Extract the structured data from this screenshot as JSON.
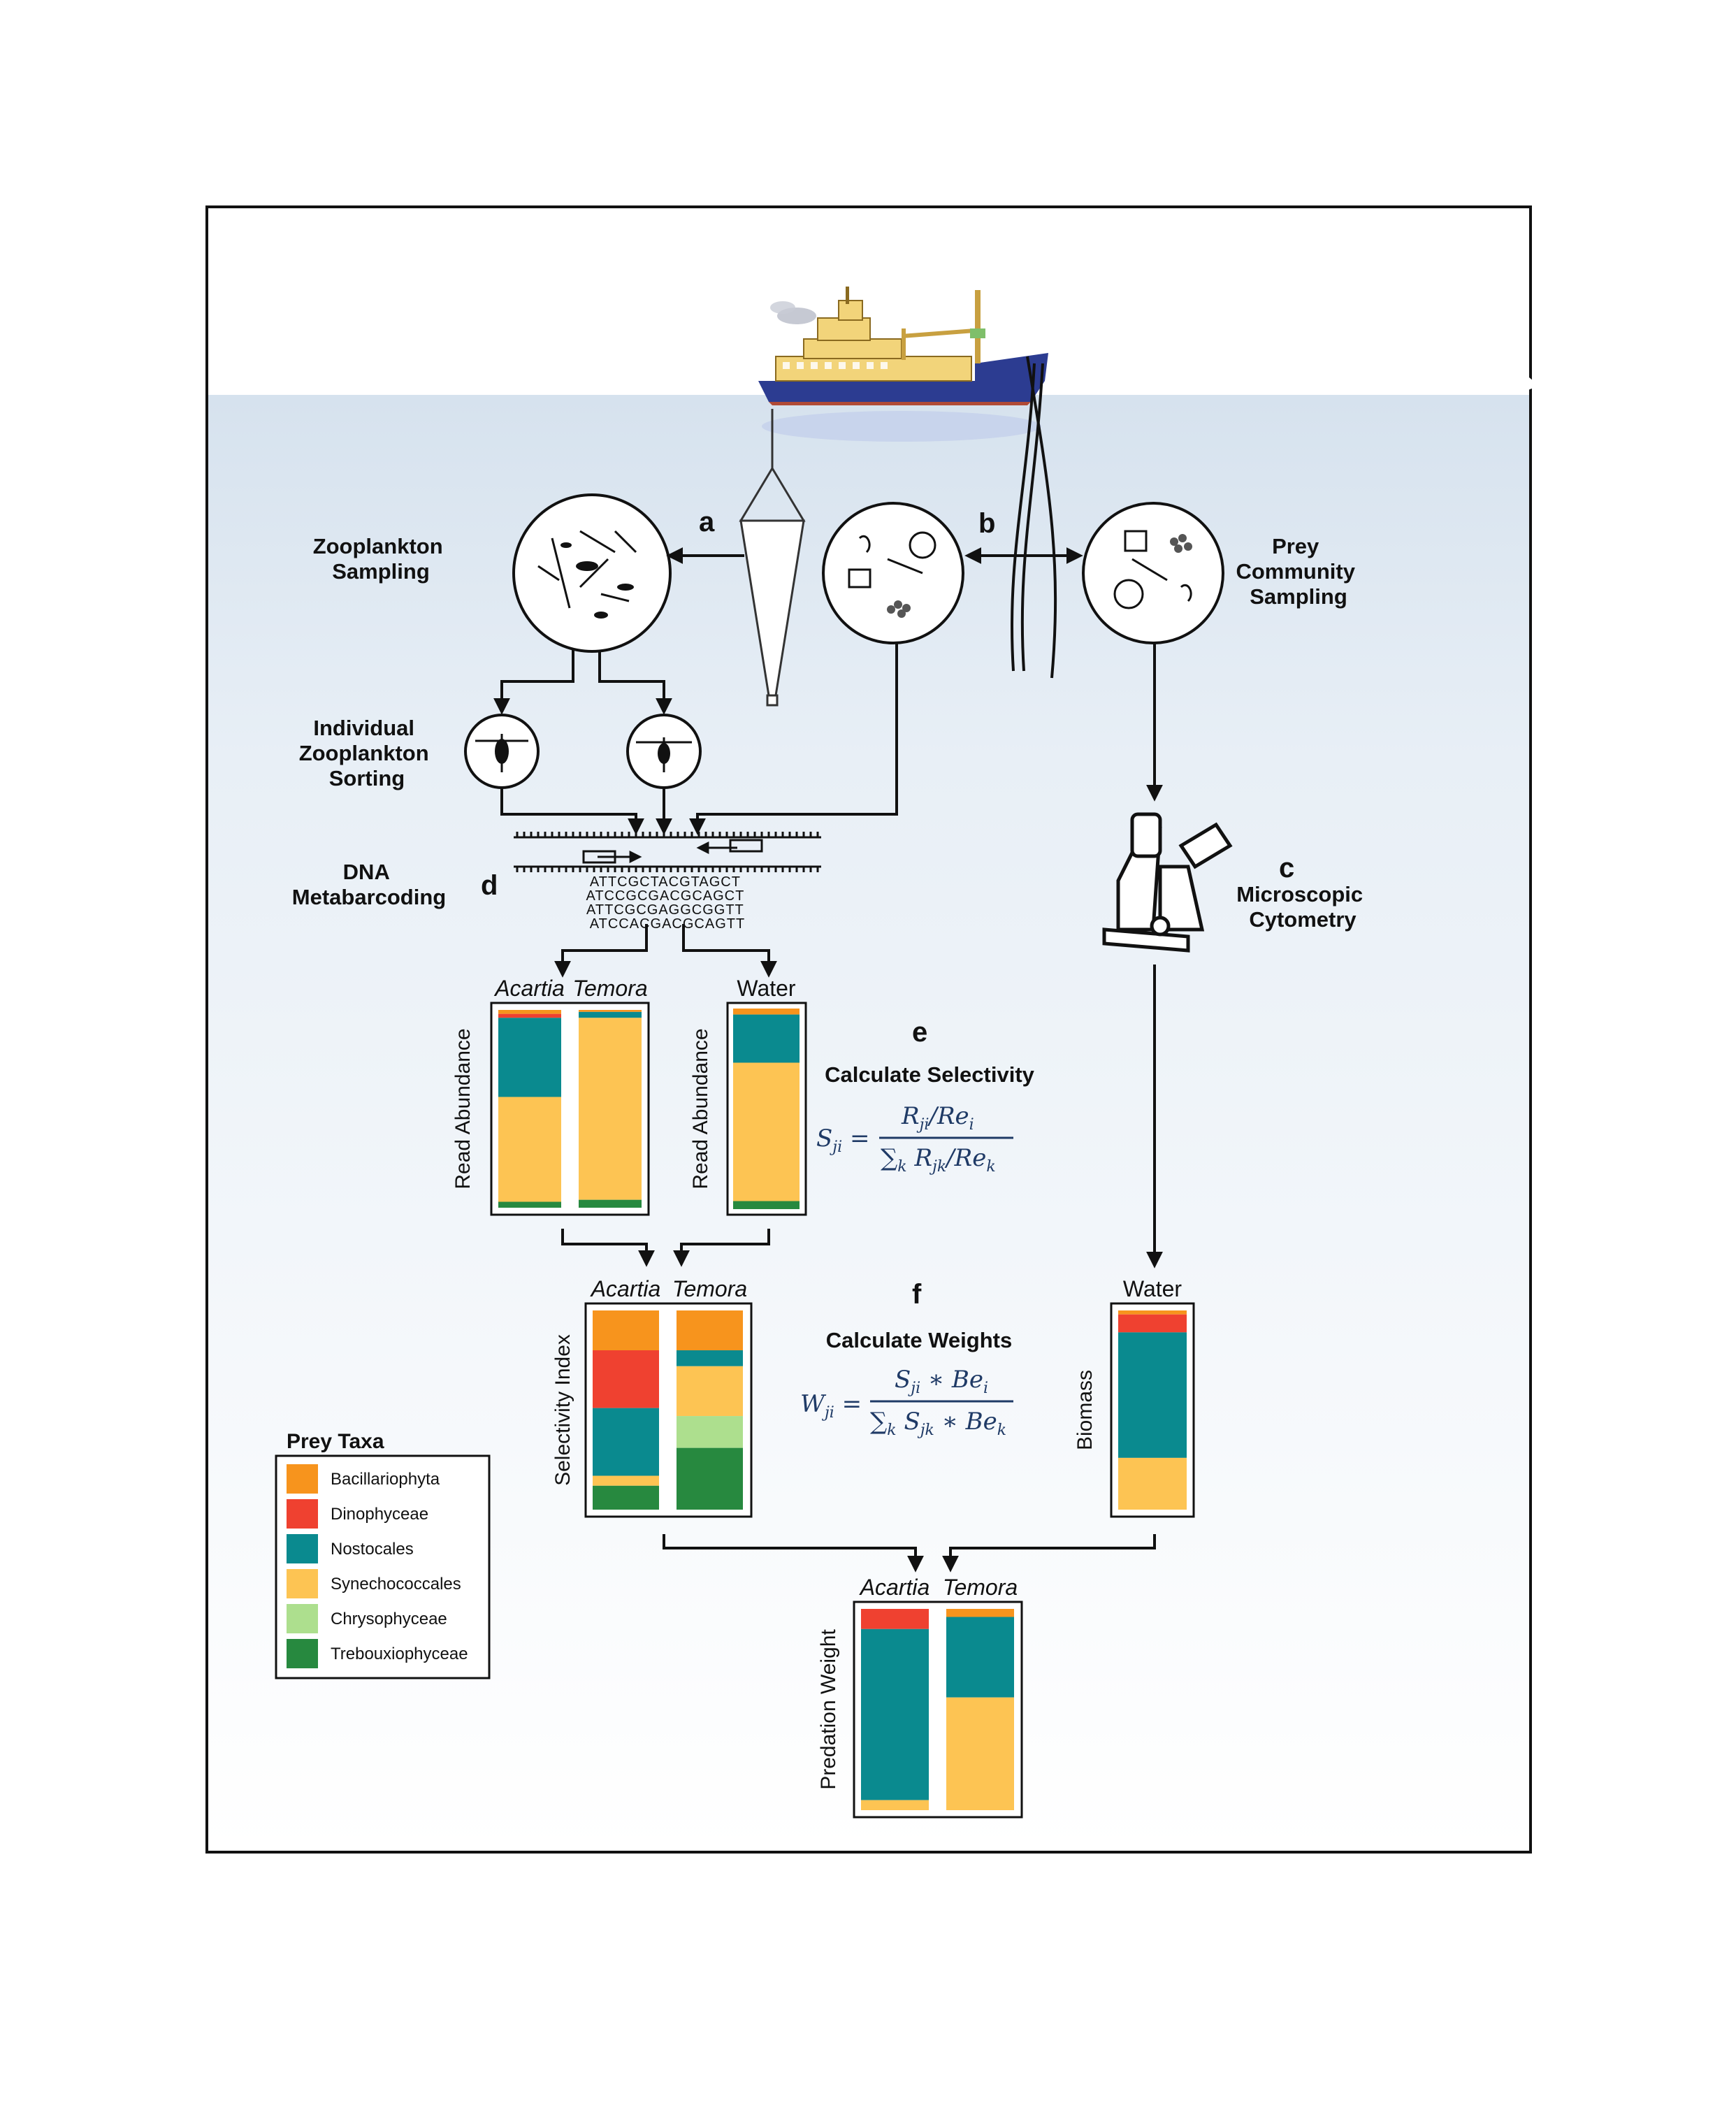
{
  "panel_letters": {
    "a": "a",
    "b": "b",
    "c": "c",
    "d": "d",
    "e": "e",
    "f": "f"
  },
  "labels": {
    "zooplankton_sampling": [
      "Zooplankton",
      "Sampling"
    ],
    "prey_community_sampling": [
      "Prey",
      "Community",
      "Sampling"
    ],
    "individual_sorting": [
      "Individual",
      "Zooplankton",
      "Sorting"
    ],
    "dna_metabarcoding": [
      "DNA",
      "Metabarcoding"
    ],
    "microscopic_cytometry": [
      "Microscopic",
      "Cytometry"
    ],
    "calculate_selectivity": "Calculate Selectivity",
    "calculate_weights": "Calculate Weights"
  },
  "dna_sequences": [
    "ATTCGCTACGTAGCT",
    "ATCCGCGACGCAGCT",
    "ATTCGCGAGGCGGTT",
    "ATCCACGACGCAGTT"
  ],
  "formulas": {
    "selectivity": {
      "lhs_main": "S",
      "lhs_sub": "ji",
      "num_a": "R",
      "num_a_sub": "ji",
      "num_b": "Re",
      "num_b_sub": "i",
      "den_sum": "∑",
      "den_sum_sub": "k",
      "den_a": "R",
      "den_a_sub": "jk",
      "den_b": "Re",
      "den_b_sub": "k"
    },
    "weights": {
      "lhs_main": "W",
      "lhs_sub": "ji",
      "num_a": "S",
      "num_a_sub": "ji",
      "num_b": "Be",
      "num_b_sub": "i",
      "den_sum": "∑",
      "den_sum_sub": "k",
      "den_a": "S",
      "den_a_sub": "jk",
      "den_b": "Be",
      "den_b_sub": "k"
    }
  },
  "legend": {
    "title": "Prey Taxa",
    "items": [
      {
        "name": "Bacillariophyta",
        "color": "#f7941d"
      },
      {
        "name": "Dinophyceae",
        "color": "#ef4130"
      },
      {
        "name": "Nostocales",
        "color": "#0a8a8f"
      },
      {
        "name": "Synechococcales",
        "color": "#fdc453"
      },
      {
        "name": "Chrysophyceae",
        "color": "#addf8e"
      },
      {
        "name": "Trebouxiophyceae",
        "color": "#27893f"
      }
    ]
  },
  "chart_data": [
    {
      "type": "bar",
      "stacked": true,
      "ylabel": "Read Abundance",
      "categories": [
        "Acartia",
        "Temora"
      ],
      "series": [
        {
          "name": "Bacillariophyta",
          "values": [
            0.02,
            0.01
          ]
        },
        {
          "name": "Dinophyceae",
          "values": [
            0.02,
            0.0
          ]
        },
        {
          "name": "Nostocales",
          "values": [
            0.4,
            0.03
          ]
        },
        {
          "name": "Synechococcales",
          "values": [
            0.53,
            0.92
          ]
        },
        {
          "name": "Chrysophyceae",
          "values": [
            0.0,
            0.0
          ]
        },
        {
          "name": "Trebouxiophyceae",
          "values": [
            0.03,
            0.04
          ]
        }
      ]
    },
    {
      "type": "bar",
      "stacked": true,
      "ylabel": "Read Abundance",
      "categories": [
        "Water"
      ],
      "series": [
        {
          "name": "Bacillariophyta",
          "values": [
            0.03
          ]
        },
        {
          "name": "Dinophyceae",
          "values": [
            0.0
          ]
        },
        {
          "name": "Nostocales",
          "values": [
            0.24
          ]
        },
        {
          "name": "Synechococcales",
          "values": [
            0.69
          ]
        },
        {
          "name": "Chrysophyceae",
          "values": [
            0.0
          ]
        },
        {
          "name": "Trebouxiophyceae",
          "values": [
            0.04
          ]
        }
      ]
    },
    {
      "type": "bar",
      "stacked": true,
      "ylabel": "Selectivity Index",
      "categories": [
        "Acartia",
        "Temora"
      ],
      "series": [
        {
          "name": "Bacillariophyta",
          "values": [
            0.2,
            0.2
          ]
        },
        {
          "name": "Dinophyceae",
          "values": [
            0.29,
            0.0
          ]
        },
        {
          "name": "Nostocales",
          "values": [
            0.34,
            0.08
          ]
        },
        {
          "name": "Synechococcales",
          "values": [
            0.05,
            0.25
          ]
        },
        {
          "name": "Chrysophyceae",
          "values": [
            0.0,
            0.16
          ]
        },
        {
          "name": "Trebouxiophyceae",
          "values": [
            0.12,
            0.31
          ]
        }
      ]
    },
    {
      "type": "bar",
      "stacked": true,
      "ylabel": "Biomass",
      "categories": [
        "Water"
      ],
      "series": [
        {
          "name": "Bacillariophyta",
          "values": [
            0.02
          ]
        },
        {
          "name": "Dinophyceae",
          "values": [
            0.09
          ]
        },
        {
          "name": "Nostocales",
          "values": [
            0.63
          ]
        },
        {
          "name": "Synechococcales",
          "values": [
            0.26
          ]
        },
        {
          "name": "Chrysophyceae",
          "values": [
            0.0
          ]
        },
        {
          "name": "Trebouxiophyceae",
          "values": [
            0.0
          ]
        }
      ]
    },
    {
      "type": "bar",
      "stacked": true,
      "ylabel": "Predation Weight",
      "categories": [
        "Acartia",
        "Temora"
      ],
      "series": [
        {
          "name": "Bacillariophyta",
          "values": [
            0.0,
            0.04
          ]
        },
        {
          "name": "Dinophyceae",
          "values": [
            0.1,
            0.0
          ]
        },
        {
          "name": "Nostocales",
          "values": [
            0.85,
            0.4
          ]
        },
        {
          "name": "Synechococcales",
          "values": [
            0.05,
            0.56
          ]
        },
        {
          "name": "Chrysophyceae",
          "values": [
            0.0,
            0.0
          ]
        },
        {
          "name": "Trebouxiophyceae",
          "values": [
            0.0,
            0.0
          ]
        }
      ]
    }
  ]
}
